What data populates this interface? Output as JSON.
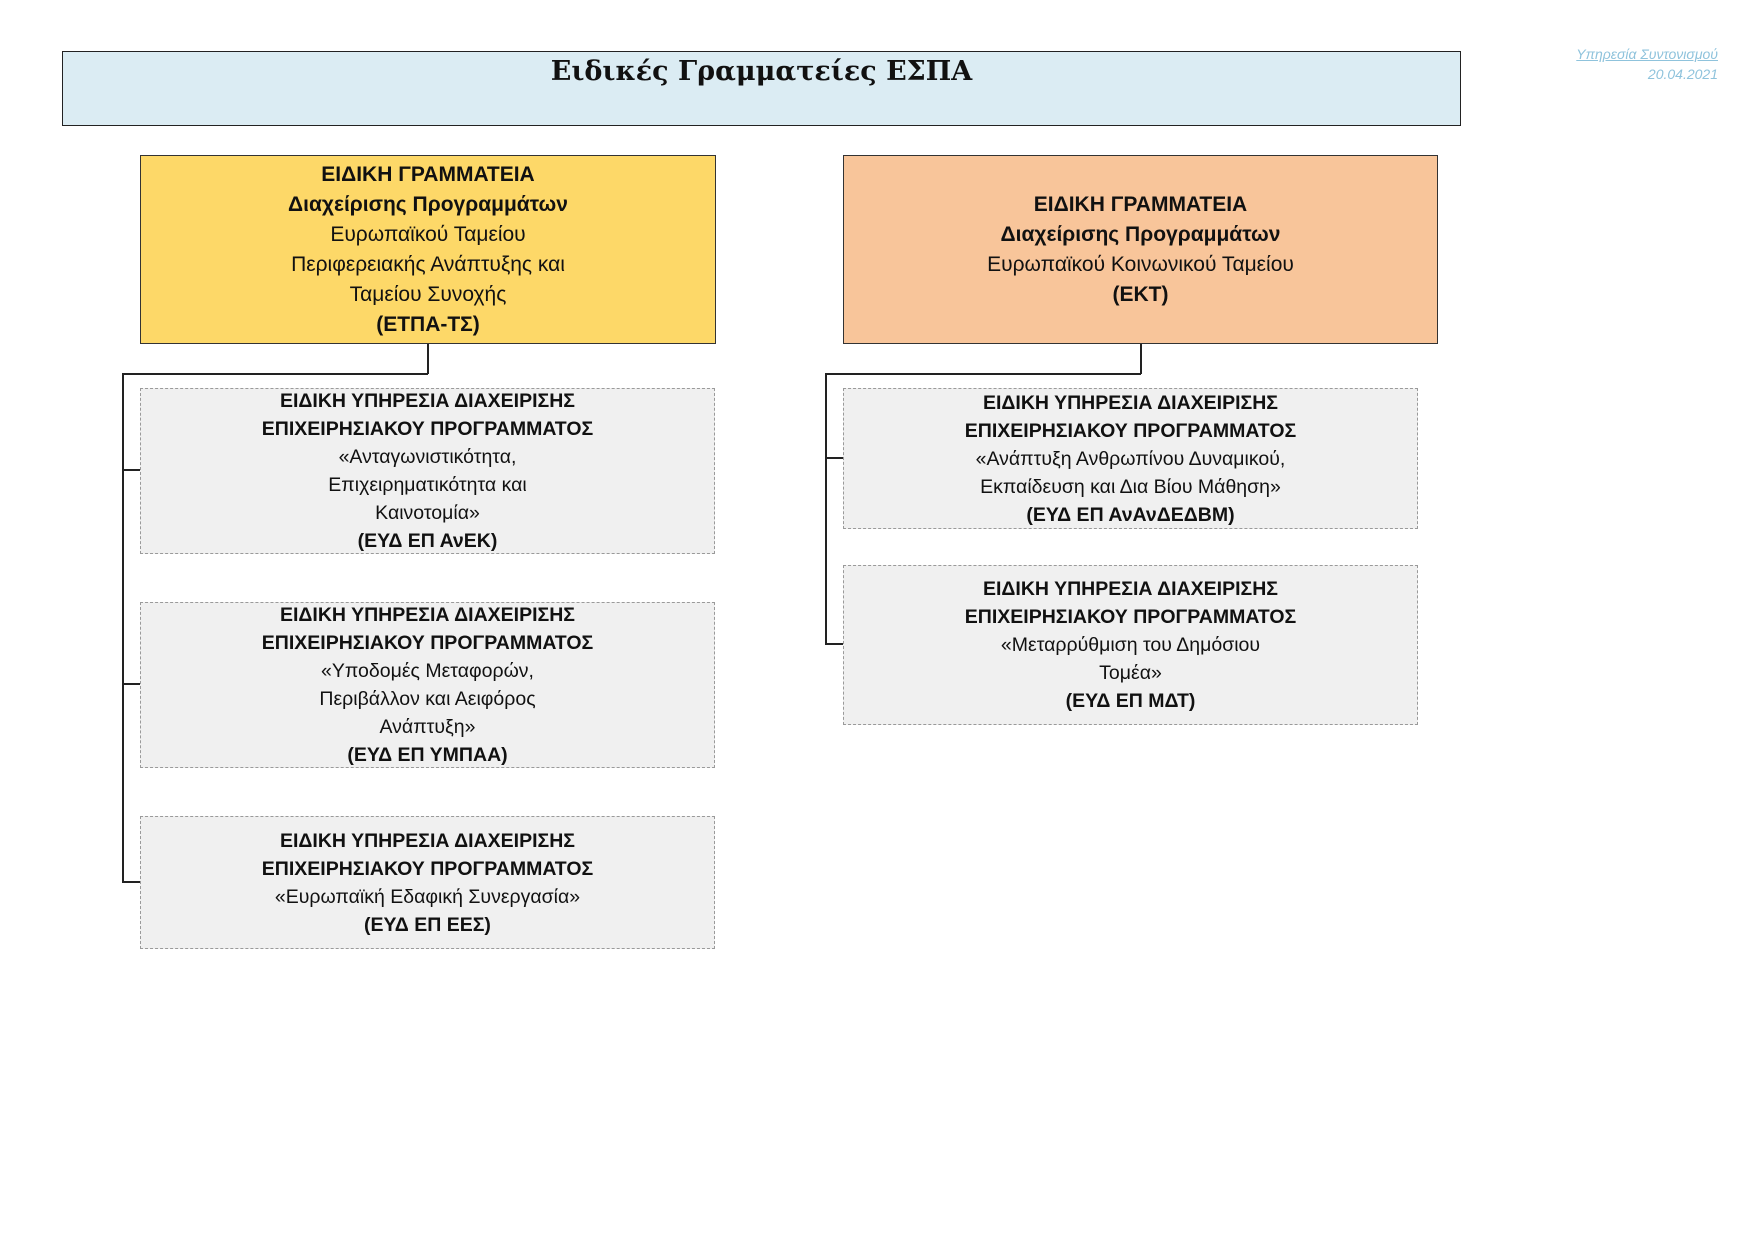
{
  "header": {
    "title": "Ειδικές Γραμματείες ΕΣΠΑ"
  },
  "note": {
    "unit": "Υπηρεσία Συντονισμού",
    "date": "20.04.2021"
  },
  "secretariat_erdf": {
    "line1": "ΕΙΔΙΚΗ ΓΡΑΜΜΑΤΕΙΑ",
    "line2": "Διαχείρισης Προγραμμάτων",
    "line3": "Ευρωπαϊκού Ταμείου",
    "line4": "Περιφερειακής Ανάπτυξης και",
    "line5": "Ταμείου Συνοχής",
    "abbr": "(ΕΤΠΑ-ΤΣ)"
  },
  "secretariat_esf": {
    "line1": "ΕΙΔΙΚΗ ΓΡΑΜΜΑΤΕΙΑ",
    "line2": "Διαχείρισης Προγραμμάτων",
    "line3": "Ευρωπαϊκού Κοινωνικού Ταμείου",
    "abbr": "(ΕΚΤ)"
  },
  "units": [
    {
      "line1": "ΕΙΔΙΚΗ ΥΠΗΡΕΣΙΑ ΔΙΑΧΕΙΡΙΣΗΣ",
      "line2": "ΕΠΙΧΕΙΡΗΣΙΑΚΟΥ ΠΡΟΓΡΑΜΜΑΤΟΣ",
      "name_lines": [
        "«Ανταγωνιστικότητα,",
        "Επιχειρηματικότητα και",
        "Καινοτομία»"
      ],
      "abbr": "(ΕΥΔ ΕΠ ΑνΕΚ)"
    },
    {
      "line1": "ΕΙΔΙΚΗ ΥΠΗΡΕΣΙΑ ΔΙΑΧΕΙΡΙΣΗΣ",
      "line2": "ΕΠΙΧΕΙΡΗΣΙΑΚΟΥ ΠΡΟΓΡΑΜΜΑΤΟΣ",
      "name_lines": [
        "«Υποδομές Μεταφορών,",
        "Περιβάλλον και Αειφόρος",
        "Ανάπτυξη»"
      ],
      "abbr": "(ΕΥΔ ΕΠ ΥΜΠΑΑ)"
    },
    {
      "line1": "ΕΙΔΙΚΗ ΥΠΗΡΕΣΙΑ ΔΙΑΧΕΙΡΙΣΗΣ",
      "line2": "ΕΠΙΧΕΙΡΗΣΙΑΚΟΥ ΠΡΟΓΡΑΜΜΑΤΟΣ",
      "name_lines": [
        "«Ευρωπαϊκή Εδαφική Συνεργασία»"
      ],
      "abbr": "(ΕΥΔ ΕΠ ΕΕΣ)"
    },
    {
      "line1": "ΕΙΔΙΚΗ ΥΠΗΡΕΣΙΑ ΔΙΑΧΕΙΡΙΣΗΣ",
      "line2": "ΕΠΙΧΕΙΡΗΣΙΑΚΟΥ ΠΡΟΓΡΑΜΜΑΤΟΣ",
      "name_lines": [
        "«Ανάπτυξη Ανθρωπίνου Δυναμικού,",
        "Εκπαίδευση και Δια Βίου Μάθηση»"
      ],
      "abbr": "(ΕΥΔ ΕΠ ΑνΑνΔΕΔΒΜ)"
    },
    {
      "line1": "ΕΙΔΙΚΗ ΥΠΗΡΕΣΙΑ ΔΙΑΧΕΙΡΙΣΗΣ",
      "line2": "ΕΠΙΧΕΙΡΗΣΙΑΚΟΥ ΠΡΟΓΡΑΜΜΑΤΟΣ",
      "name_lines": [
        "«Μεταρρύθμιση του Δημόσιου",
        "Τομέα»"
      ],
      "abbr": "(ΕΥΔ ΕΠ ΜΔΤ)"
    }
  ]
}
